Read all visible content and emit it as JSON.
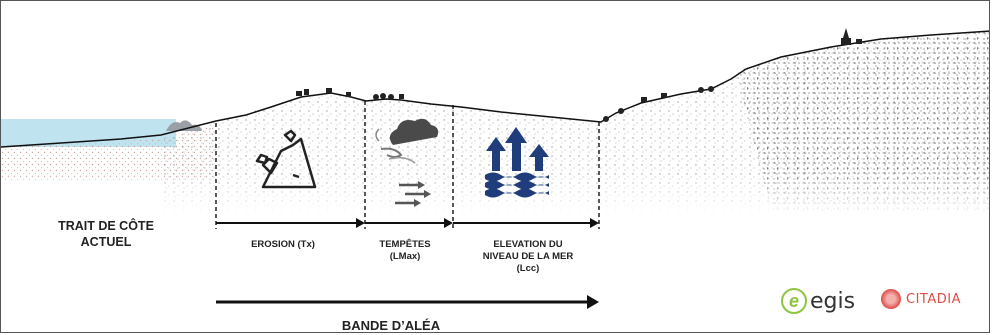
{
  "labels": {
    "trait_de_cote": "TRAIT DE CÔTE\nACTUEL",
    "erosion": "EROSION (Tx)",
    "tempetes": "TEMPÊTES\n(LMax)",
    "elevation": "ELEVATION DU\nNIVEAU DE LA MER\n(Lcc)",
    "bande": "BANDE D’ALÉA"
  },
  "logos": {
    "egis_mark": "e",
    "egis": "egis",
    "citadia": "CITADIA"
  },
  "colors": {
    "sea": "#bfe3ef",
    "ground_line": "#111111",
    "icon_blue": "#1f3d7a",
    "egis_green": "#8cc63f",
    "citadia_red": "#e04c47"
  },
  "icons": [
    "cliff-erosion-icon",
    "storm-cloud-icon",
    "wind-arrows-icon",
    "sea-level-rise-icon"
  ]
}
